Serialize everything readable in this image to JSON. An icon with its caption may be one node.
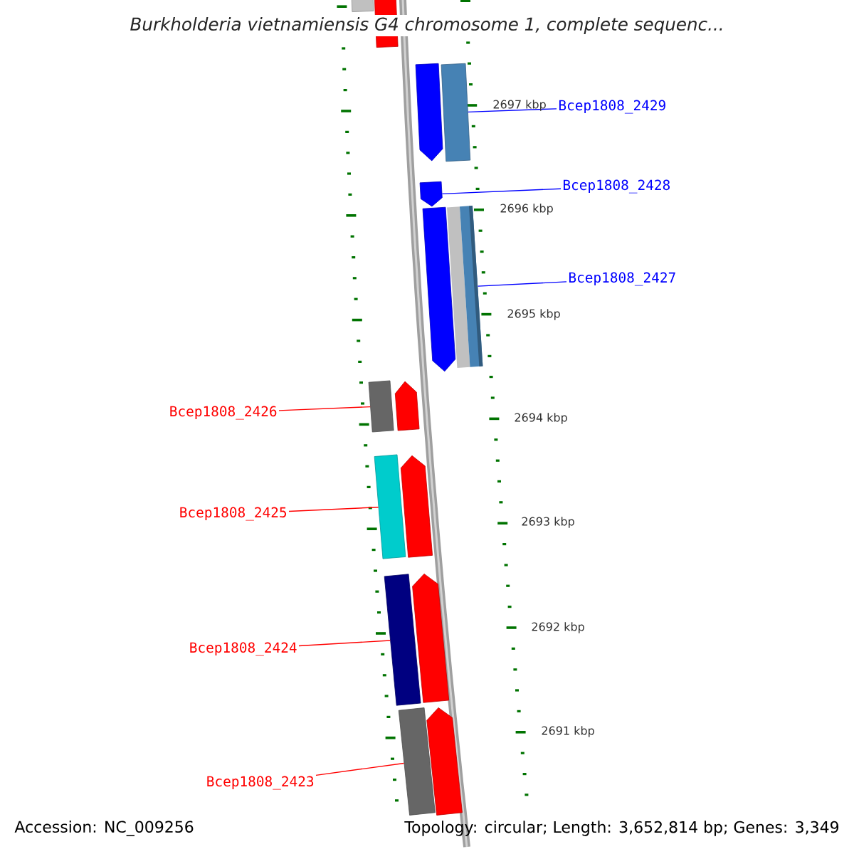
{
  "diagram": {
    "title": "Burkholderia vietnamiensis G4 chromosome 1, complete sequenc...",
    "nodes": [
      {
        "text": [],
        "shape": "bar"
      },
      {
        "text": [],
        "shape": "bar"
      },
      {
        "text": [],
        "shape": "pentagon"
      },
      {
        "text": [],
        "shape": "bar"
      },
      {
        "text": [],
        "shape": "pentagon"
      },
      {
        "text": [],
        "shape": "pentagon"
      },
      {
        "text": [],
        "shape": "bar"
      },
      {
        "text": [],
        "shape": "bar"
      },
      {
        "text": [],
        "shape": "pentagon"
      },
      {
        "text": [],
        "shape": "bar"
      },
      {
        "text": [],
        "shape": "pentagon"
      },
      {
        "text": [],
        "shape": "bar"
      },
      {
        "text": [],
        "shape": "pentagon"
      },
      {
        "text": [],
        "shape": "bar"
      },
      {
        "text": [],
        "shape": "pentagon"
      },
      {
        "text": [
          "Bcep1808_2429"
        ]
      },
      {
        "text": [
          "Bcep1808_2428"
        ]
      },
      {
        "text": [
          "Bcep1808_2427"
        ]
      },
      {
        "text": [
          "Bcep1808_2426"
        ]
      },
      {
        "text": [
          "Bcep1808_2425"
        ]
      },
      {
        "text": [
          "Bcep1808_2424"
        ]
      },
      {
        "text": [
          "Bcep1808_2423"
        ]
      }
    ],
    "edges": [
      {
        "from": 15,
        "to": 3,
        "arrow": "none",
        "color": "#0000ff"
      },
      {
        "from": 16,
        "to": 4,
        "arrow": "none",
        "color": "#0000ff"
      },
      {
        "from": 17,
        "to": 6,
        "arrow": "none",
        "color": "#0000ff"
      },
      {
        "from": 18,
        "to": 7,
        "arrow": "none"
      },
      {
        "from": 19,
        "to": 9,
        "arrow": "none"
      },
      {
        "from": 20,
        "to": 11,
        "arrow": "none"
      },
      {
        "from": 21,
        "to": 13,
        "arrow": "none"
      }
    ],
    "labels": [
      "2697 kbp",
      "2696 kbp",
      "2695 kbp",
      "2694 kbp",
      "2693 kbp",
      "2692 kbp",
      "2691 kbp",
      "Accession: NC_009256",
      "Topology: circular; Length: 3,652,814 bp; Genes: 3,349"
    ]
  }
}
